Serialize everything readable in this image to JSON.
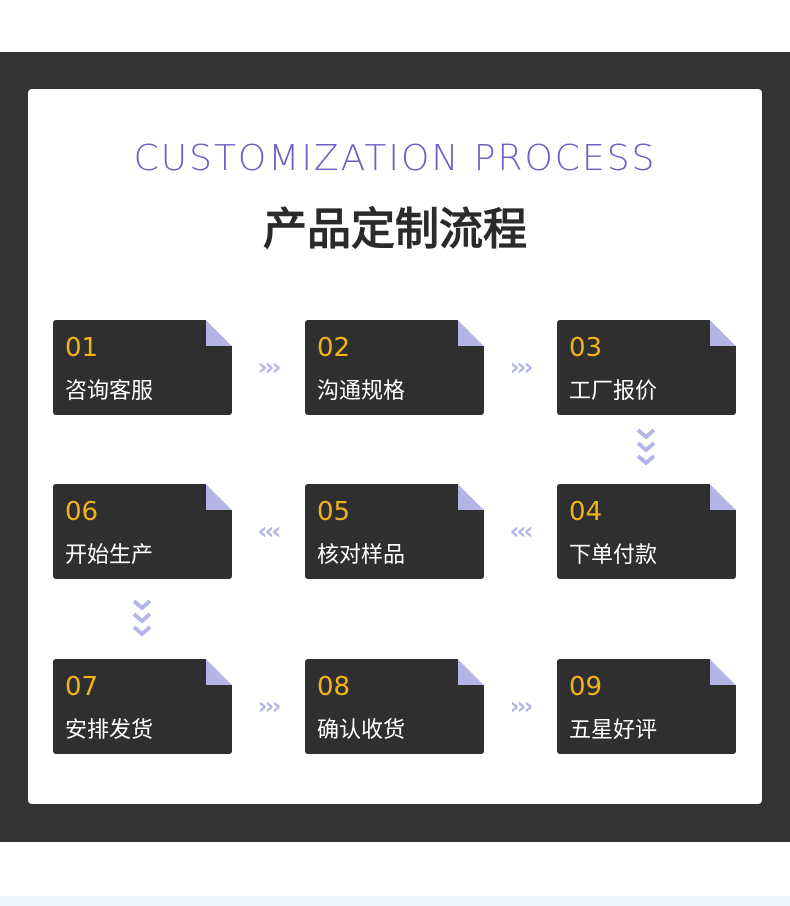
{
  "title_en": "CUSTOMIZATION PROCESS",
  "title_cn": "产品定制流程",
  "steps": [
    {
      "num": "01",
      "label": "咨询客服"
    },
    {
      "num": "02",
      "label": "沟通规格"
    },
    {
      "num": "03",
      "label": "工厂报价"
    },
    {
      "num": "04",
      "label": "下单付款"
    },
    {
      "num": "05",
      "label": "核对样品"
    },
    {
      "num": "06",
      "label": "开始生产"
    },
    {
      "num": "07",
      "label": "安排发货"
    },
    {
      "num": "08",
      "label": "确认收货"
    },
    {
      "num": "09",
      "label": "五星好评"
    }
  ],
  "arrows": {
    "right": "›››",
    "left": "‹‹‹"
  },
  "colors": {
    "accent": "#6b5fc4",
    "number": "#f2b318",
    "arrow": "#b4b5e4",
    "panel": "#333333",
    "card": "#2f2f2f"
  }
}
